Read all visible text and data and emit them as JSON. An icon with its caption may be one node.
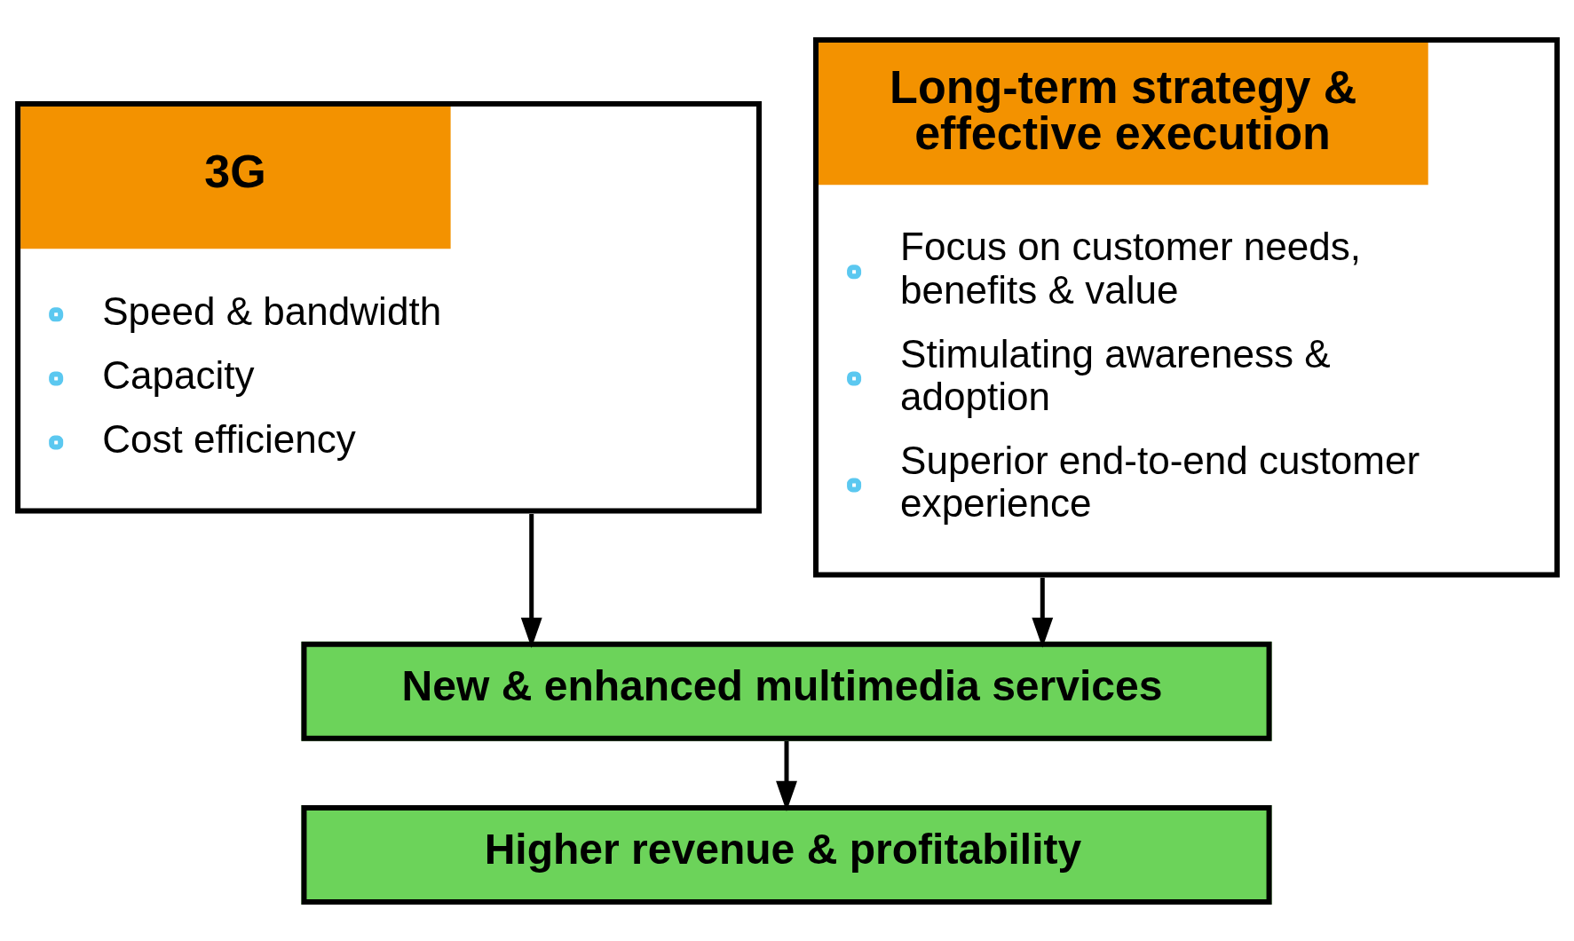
{
  "diagram": {
    "nodes": [
      {
        "text": [
          "3G",
          "Speed & bandwidth",
          "Capacity",
          "Cost efficiency"
        ]
      },
      {
        "text": [
          "Long-term strategy & effective execution",
          "Focus on customer needs, benefits & value",
          "Stimulating awareness & adoption",
          "Superior end-to-end customer experience"
        ]
      },
      {
        "text": [
          "New & enhanced multimedia services"
        ]
      },
      {
        "text": [
          "Higher revenue & profitability"
        ]
      }
    ],
    "edges": [
      {
        "from": 0,
        "to": 2,
        "arrow": "to"
      },
      {
        "from": 1,
        "to": 2,
        "arrow": "to"
      },
      {
        "from": 2,
        "to": 3,
        "arrow": "to"
      }
    ]
  }
}
